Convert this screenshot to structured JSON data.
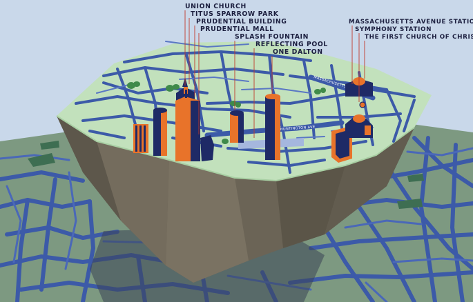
{
  "landmarks_left": [
    "UNION CHURCH",
    "TITUS SPARROW PARK",
    "PRUDENTIAL BUILDING",
    "PRUDENTIAL MALL",
    "SPLASH FOUNTAIN",
    "REFLECTING POOL",
    "ONE DALTON"
  ],
  "landmarks_right": [
    "MASSACHUSETTS AVENUE STATION",
    "SYMPHONY STATION",
    "THE FIRST CHURCH OF CHRIST"
  ],
  "road_labels": {
    "huntington": "HUNTINGTON AVE",
    "massachusetts": "MASSACHUSETTS AVE"
  },
  "colors": {
    "sky": "#c9d8ea",
    "ground": "#7d9981",
    "roads": "#3c5aa8",
    "plateau": "#c2e1bc",
    "rock": "#6b6456",
    "buildings": "#1e2a66",
    "building_accent": "#e8732a",
    "leader_lines": "#c0392b"
  }
}
